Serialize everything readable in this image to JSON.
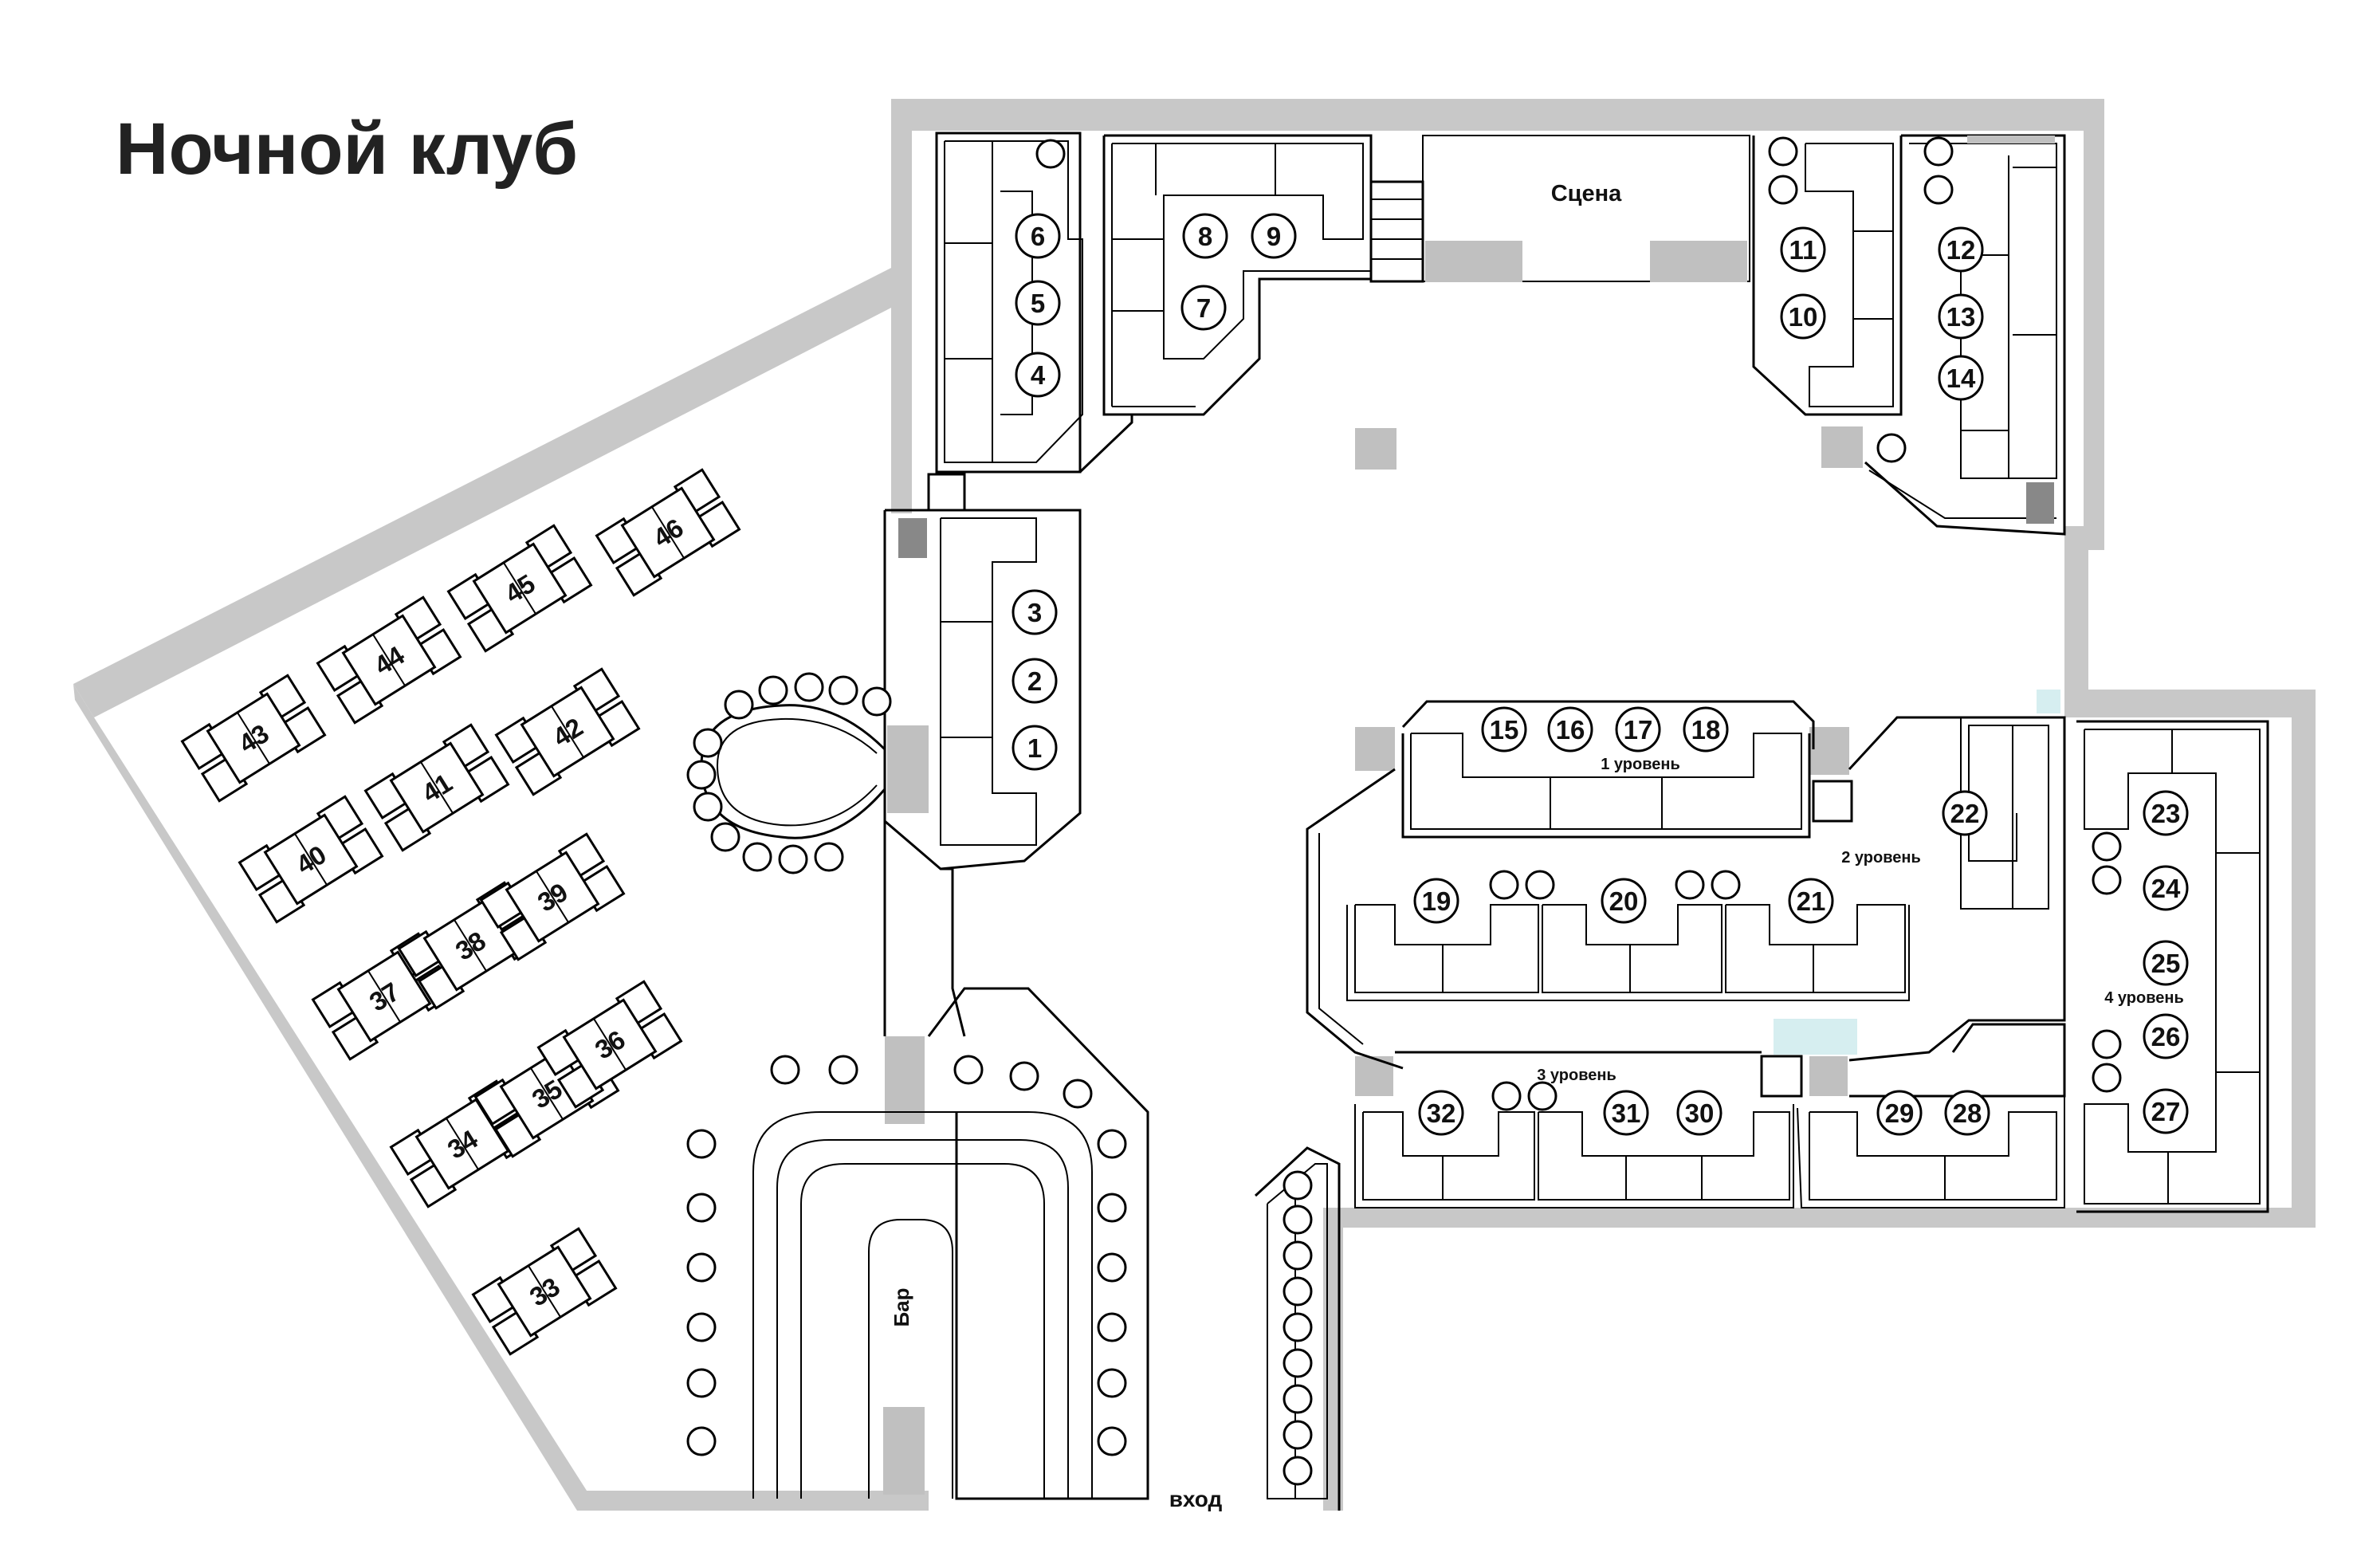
{
  "title": "Ночной клуб",
  "labels": {
    "stage": "Сцена",
    "bar": "Бар",
    "entrance": "вход",
    "level1": "1 уровень",
    "level2": "2 уровень",
    "level3": "3 уровень",
    "level4": "4 уровень"
  },
  "tables": [
    "1",
    "2",
    "3",
    "4",
    "5",
    "6",
    "7",
    "8",
    "9",
    "10",
    "11",
    "12",
    "13",
    "14",
    "15",
    "16",
    "17",
    "18",
    "19",
    "20",
    "21",
    "22",
    "23",
    "24",
    "25",
    "26",
    "27",
    "28",
    "29",
    "30",
    "31",
    "32",
    "33",
    "34",
    "35",
    "36",
    "37",
    "38",
    "39",
    "40",
    "41",
    "42",
    "43",
    "44",
    "45",
    "46"
  ],
  "icons": {
    "round_table": "circle",
    "square_table": "table-with-four-chairs",
    "bar_stool": "stool-circle"
  },
  "colors": {
    "wall": "#c8c8c8",
    "column": "#c0c0c0",
    "dark_column": "#888888",
    "glass": "#d6eef0"
  }
}
